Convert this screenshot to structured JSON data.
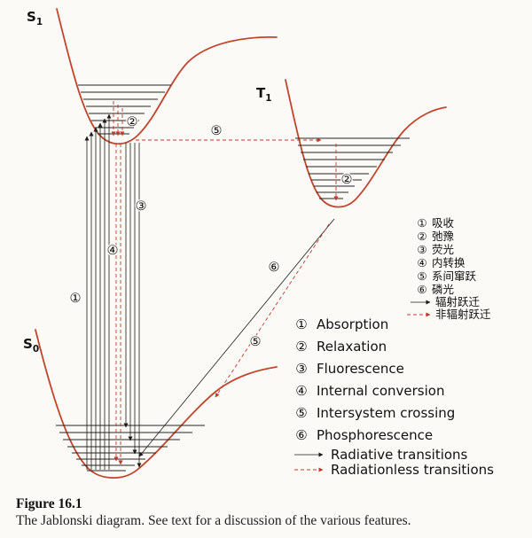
{
  "background": "#fbfaf6",
  "colors": {
    "background": "#fbfaf6",
    "curve": "#c1452c",
    "radiative": "#1c1c1c",
    "radiationless": "#c0392b"
  },
  "states": {
    "s1": {
      "letter": "S",
      "sub": "1"
    },
    "t1": {
      "letter": "T",
      "sub": "1"
    },
    "s0": {
      "letter": "S",
      "sub": "0"
    }
  },
  "diagram_numbers": {
    "absorption": "①",
    "relaxation_s1": "②",
    "fluorescence": "③",
    "internal_conversion": "④",
    "isc_top": "⑤",
    "relaxation_t1": "②",
    "phosphorescence": "⑥",
    "isc_diagonal": "⑤"
  },
  "legend_en": {
    "items": [
      {
        "num": "①",
        "label": "Absorption"
      },
      {
        "num": "②",
        "label": "Relaxation"
      },
      {
        "num": "③",
        "label": "Fluorescence"
      },
      {
        "num": "④",
        "label": "Internal conversion"
      },
      {
        "num": "⑤",
        "label": "Intersystem crossing"
      },
      {
        "num": "⑥",
        "label": "Phosphorescence"
      }
    ],
    "radiative": "Radiative transitions",
    "radiationless": "Radiationless transitions"
  },
  "legend_zh": {
    "items": [
      {
        "num": "①",
        "label": "吸收"
      },
      {
        "num": "②",
        "label": "弛豫"
      },
      {
        "num": "③",
        "label": "荧光"
      },
      {
        "num": "④",
        "label": "内转换"
      },
      {
        "num": "⑤",
        "label": "系间窜跃"
      },
      {
        "num": "⑥",
        "label": "磷光"
      }
    ],
    "radiative": "辐射跃迁",
    "radiationless": "非辐射跃迁"
  },
  "caption": {
    "figure_label": "Figure 16.1",
    "text": "The Jablonski diagram. See text for a discussion of the various features."
  }
}
